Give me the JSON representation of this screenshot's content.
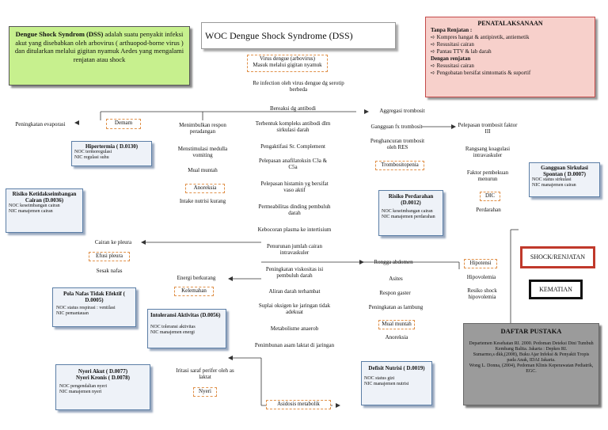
{
  "definition": {
    "term": "Dengue Shock Syndrom (DSS)",
    "text": " adalah suatu penyakit infeksi akut yang disebabkan oleh arbovirus ( arthuopod-borne virus ) dan ditularkan melalui gigitan nyamuk Aedes yang mengalami renjatan atau shock"
  },
  "title": "WOC Dengue Shock Syndrome (DSS)",
  "management": {
    "heading": "PENATALAKSANAAN",
    "no_shock_label": "Tanpa Renjatan :",
    "no_shock_items": [
      "Kompres hangat & antipiretik, antiemetik",
      "Resusitasi cairan",
      "Pantau TTV & lab darah"
    ],
    "shock_label": "Dengan renjatan",
    "shock_items": [
      "Resusitasi cairan",
      "Pengobatan bersifat simtomatis & suportif"
    ]
  },
  "bullet": "➪",
  "flow": {
    "virus": "Virus dengue (arbovirus)\nMasuk melalui gigitan nyamuk",
    "reinfection": "Re infection oleh virus dengue dg serotip berbeda",
    "antibody": "Bereaksi dg antibodi",
    "complex": "Terbentuk kompleks antibodi dlm sirkulasi darah",
    "complement": "Pengaktifasi Sr. Complement",
    "anaphylatoxin": "Pelepasan anafilatoksin C3a & C5a",
    "histamine": "Pelepasan histamin yg bersifat vaso aktif",
    "permeability": "Permeabilitas dinding pembuluh darah",
    "plasma_leak": "Kebocoran plasma ke intertisium",
    "fluid_drop": "Penurunan jumlah cairan intravaskuler",
    "viscosity": "Peningkatan viskositas isi pembuluh darah",
    "slow_flow": "Aliran darah terhambat",
    "o2_supply": "Suplai oksigen ke jaringan tidak adekuat",
    "anaerobic": "Metabolisme anaerob",
    "lactate": "Penimbunan asam laktat di jaringan",
    "acidosis": "Asidosis metabolik"
  },
  "left_branch": {
    "fever": "Demam",
    "evaporation": "Peningkatan evaporasi",
    "inflammation": "Menimbulkan respon peradangan",
    "vomit_center": "Menstimulasi medulla vomiting",
    "nausea": "Mual muntah",
    "anorexia": "Anoreksia",
    "intake": "Intake nutrisi kurang",
    "pleural_fluid": "Cairan ke pleura",
    "pleural_effusion": "Efusi pleura",
    "dyspnea": "Sesak nafas",
    "low_energy": "Energi berkurang",
    "fatigue": "Kelemahan",
    "nerve": "Iritasi saraf perifer oleh as laktat",
    "pain": "Nyeri"
  },
  "right_branch": {
    "platelet_aggregation": "Aggregasi trombosit",
    "platelet_dysfunction": "Gangguan fx trombosit",
    "platelet_destruction": "Penghancuran trombosit oleh RES",
    "thrombocytopenia": "Trombositopenia",
    "factor3": "Pelepasan trombosit faktor III",
    "coagulation": "Rangsang koagulasi intravaskuler",
    "clotting_drop": "Faktor pembekuan menurun",
    "dic": "DIC",
    "bleeding": "Perdarahan",
    "abdomen": "Rongga abdomen",
    "ascites": "Asites",
    "gaster": "Respon gaster",
    "stomach_acid": "Peningkatan as lambung",
    "nausea2": "Mual muntah",
    "anorexia2": "Anoreksia",
    "hypotension": "Hipotensi",
    "hypovolemia": "Hipovolemia",
    "shock_risk": "Resiko shock hipovolemia",
    "shock": "SHOCK/RENJATAN",
    "death": "KEMATIAN"
  },
  "diagnoses": {
    "hyperthermia": {
      "title": "Hipertermia ( D.0130)",
      "noc": "NOC termoregulasi",
      "nic": "NIC regulasi suhu"
    },
    "fluid": {
      "title": "Risiko Ketidakseimbangan Cairan (D.0036)",
      "noc": "NOC keseimbangan cairan",
      "nic": "NIC manajemen cairan"
    },
    "breathing": {
      "title": "Pola Nafas Tidak Efektif ( D.0005)",
      "noc": "NOC status respirasi : ventilasi",
      "nic": "NIC pemantauan"
    },
    "activity": {
      "title": "Intoleransi Aktivitas (D.0056)",
      "noc": "NOC toleransi aktivitas",
      "nic": "NIC manajemen energi"
    },
    "pain": {
      "title": "Nyeri Akut ( D.0077)\nNyeri Kronis ( D.0078)",
      "noc": "NOC pengendalian nyeri",
      "nic": "NIC manajemen nyeri"
    },
    "bleeding": {
      "title": "Risiko Perdarahan (D.0012)",
      "noc": "NOC keseimbangan cairan",
      "nic": "NIC manajemen perdarahan"
    },
    "circulation": {
      "title": "Gangguan Sirkulasi Spontan ( D.0007)",
      "noc": "NOC status sirkulasi",
      "nic": "NIC manajemen cairan"
    },
    "nutrition": {
      "title": "Defisit Nutrisi ( D.0019)",
      "noc": "NOC status gizi",
      "nic": "NIC manajemen nutrisi"
    }
  },
  "references": {
    "heading": "DAFTAR PUSTAKA",
    "items": [
      "Departemen Kesehatan RI. 2000. Pedoman Deteksi Dini Tumbuh Kembang Balita. Jakarta : Depkes RI.",
      "Sumarmo,s dkk,(2008), Buku Ajar Infeksi & Penyakit Tropis pada Anak, IDAI Jakarta.",
      "Wong L. Donna, (2004), Pedoman Klinis Keperawatan Pediatrik, EGC."
    ]
  },
  "colors": {
    "definition_bg": "#c7f08e",
    "management_bg": "#f7d0cb",
    "management_border": "#c44a4a",
    "references_bg": "#9b9b9b",
    "shock_border": "#c0392b",
    "dashed": "#e0914a",
    "box_border": "#5b7ea6"
  }
}
